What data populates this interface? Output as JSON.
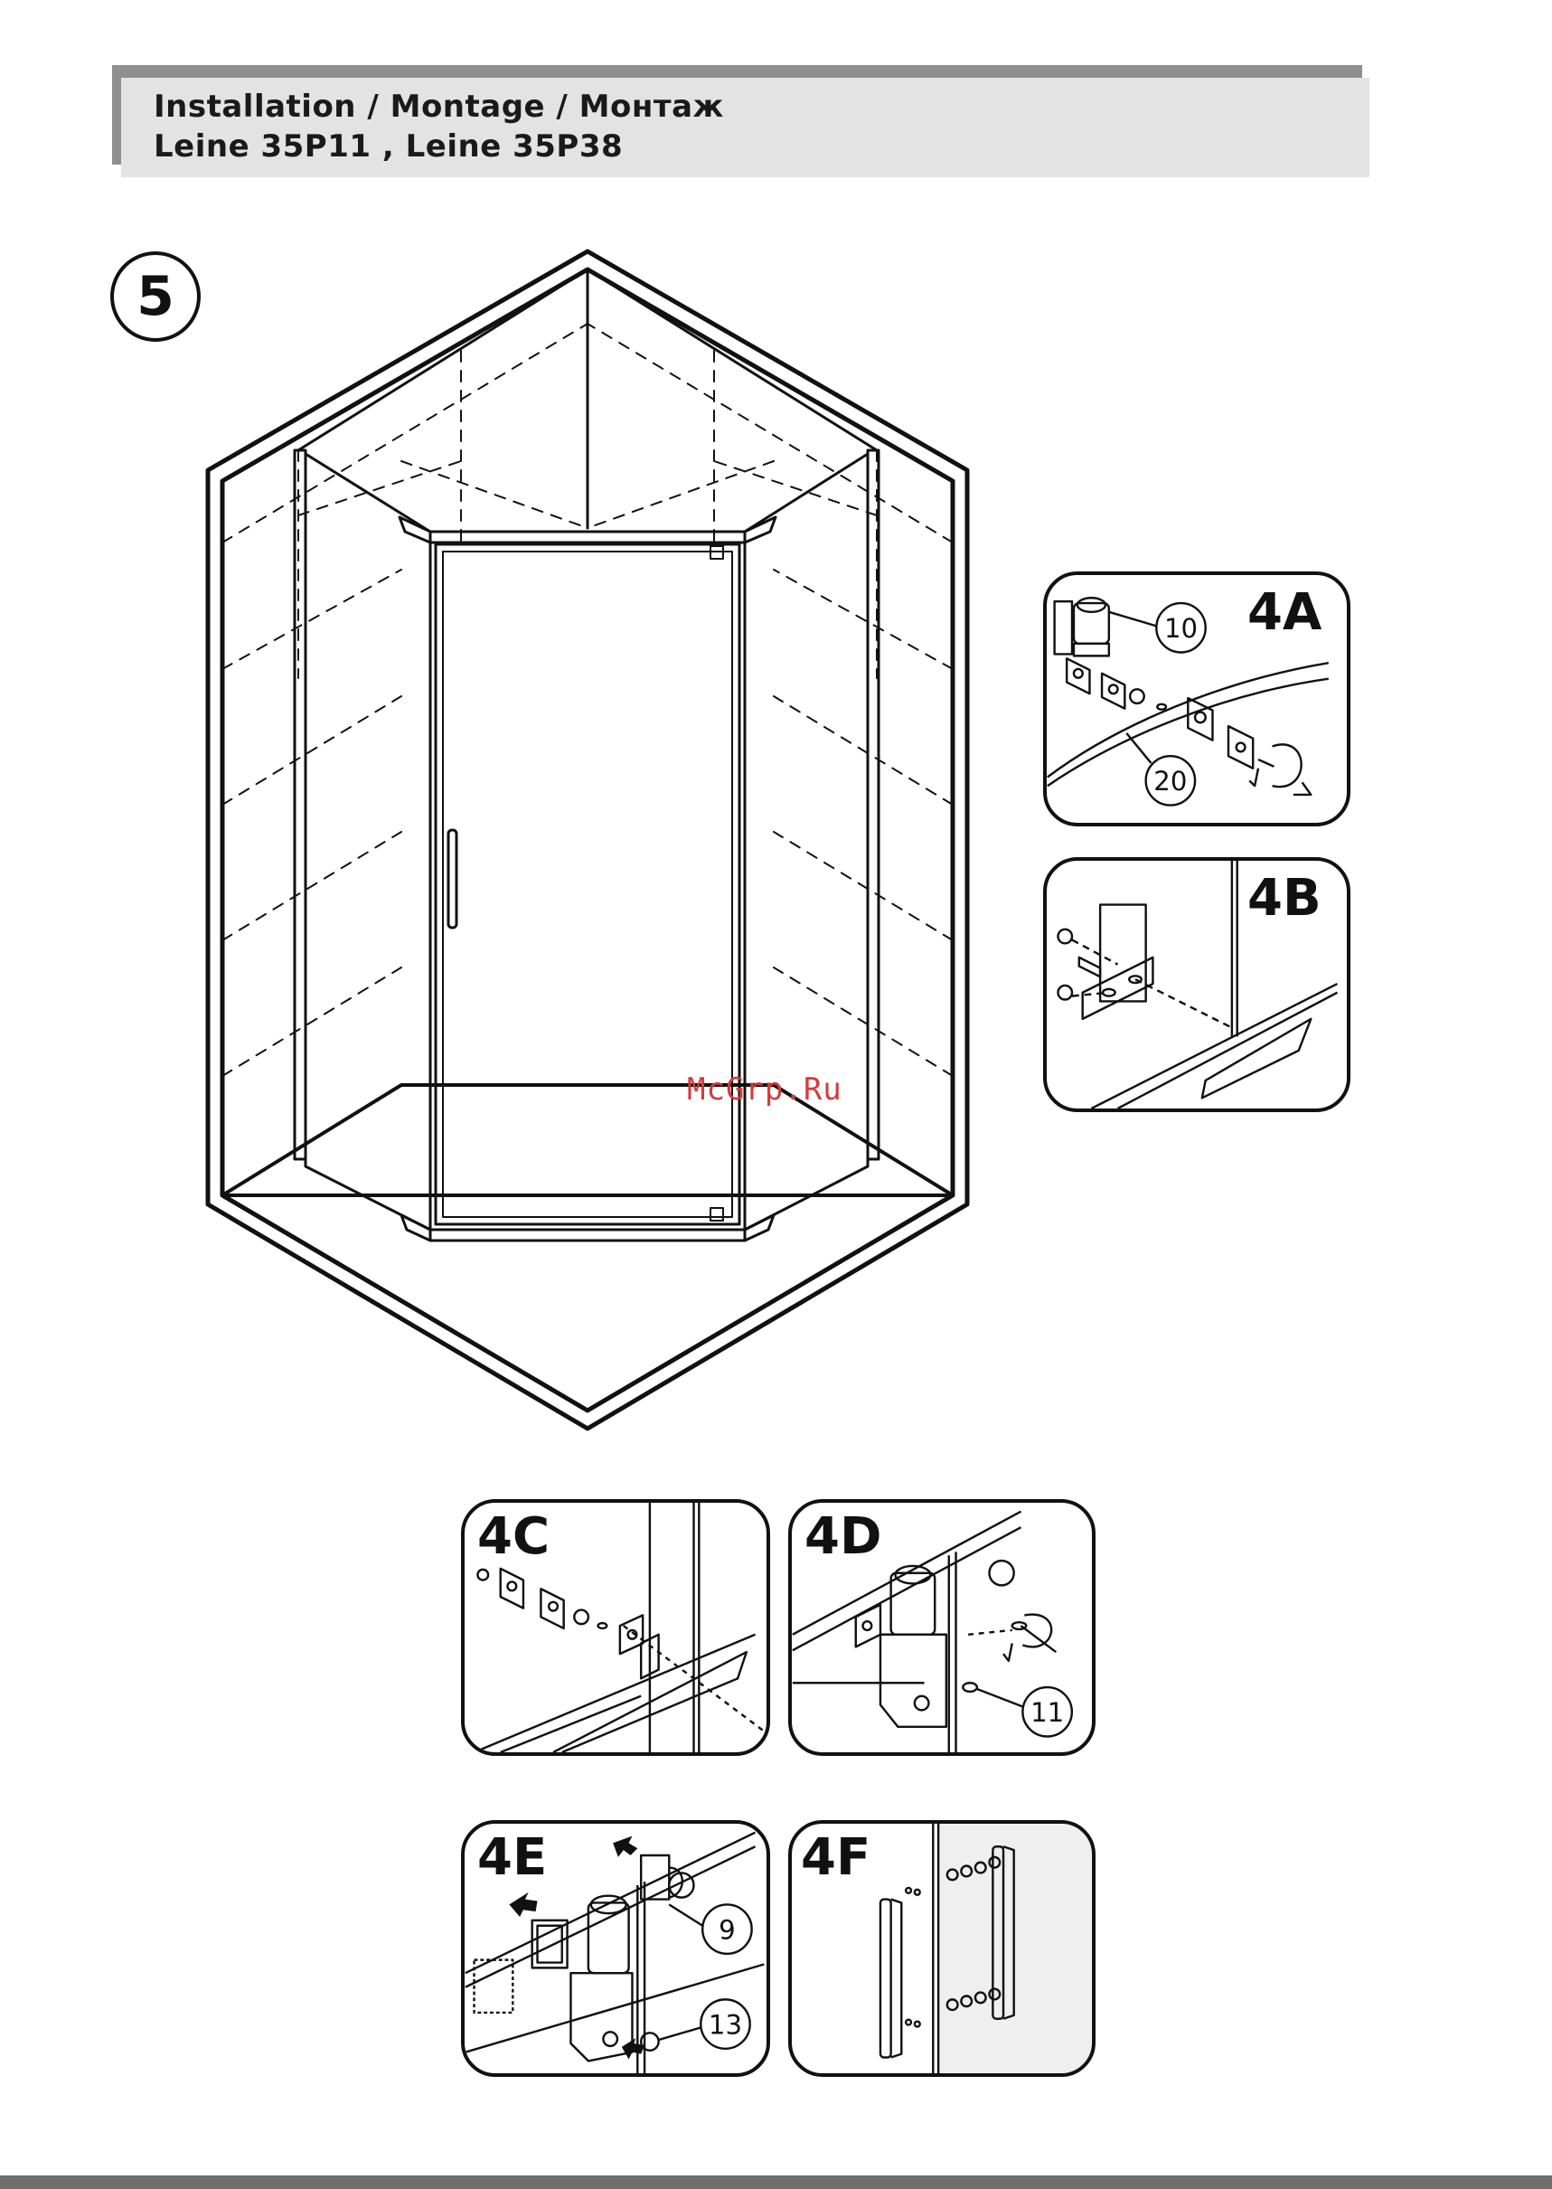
{
  "header": {
    "title_line1": "Installation / Montage / Монтаж",
    "title_line2": "Leine 35P11 , Leine 35P38"
  },
  "step": {
    "number": "5"
  },
  "watermark": "McGrp.Ru",
  "panels": {
    "p4a": {
      "label": "4A",
      "callouts": [
        "10",
        "20"
      ]
    },
    "p4b": {
      "label": "4B"
    },
    "p4c": {
      "label": "4C"
    },
    "p4d": {
      "label": "4D",
      "callouts": [
        "11"
      ]
    },
    "p4e": {
      "label": "4E",
      "callouts": [
        "9",
        "13"
      ]
    },
    "p4f": {
      "label": "4F"
    }
  },
  "colors": {
    "line": "#111111",
    "header_bg": "#e3e3e3",
    "header_shadow": "#8f8f8f",
    "watermark": "#d63a3a"
  }
}
